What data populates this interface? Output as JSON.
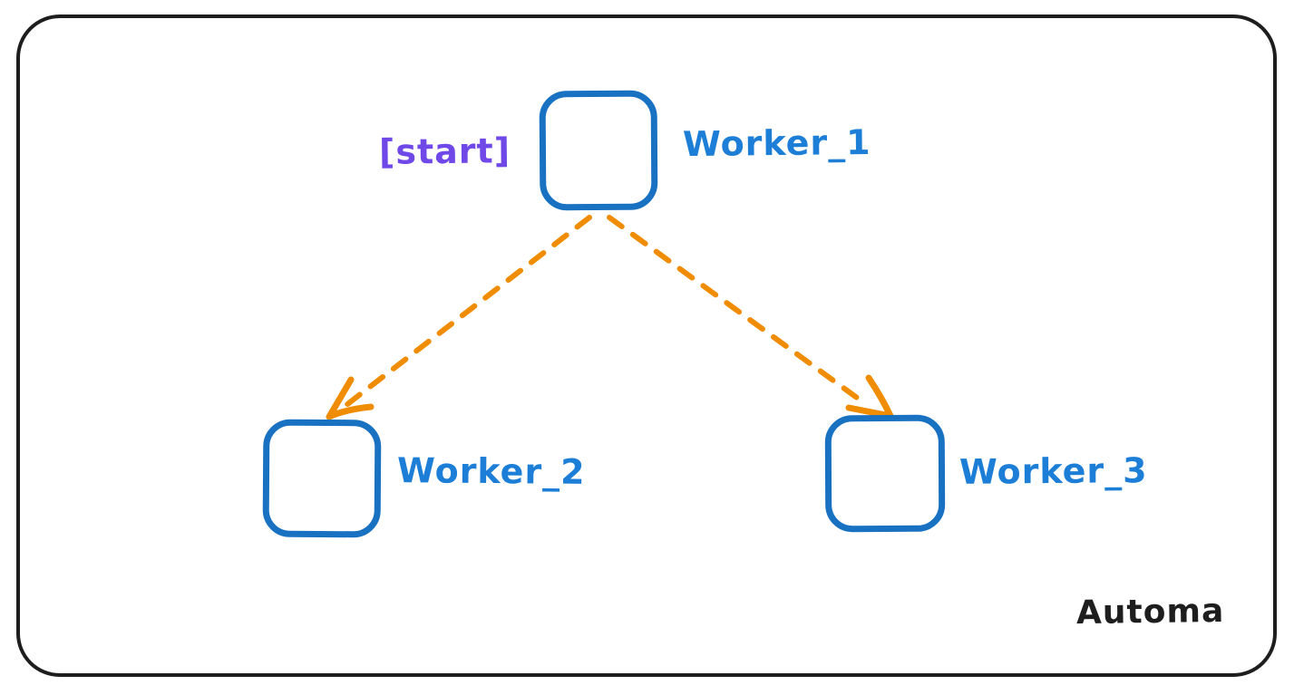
{
  "diagram": {
    "nodes": [
      {
        "id": "worker_1",
        "label": "Worker_1",
        "annotation": "[start]"
      },
      {
        "id": "worker_2",
        "label": "Worker_2"
      },
      {
        "id": "worker_3",
        "label": "Worker_3"
      }
    ],
    "edges": [
      {
        "from": "worker_1",
        "to": "worker_2",
        "style": "dashed",
        "arrow": "end"
      },
      {
        "from": "worker_1",
        "to": "worker_3",
        "style": "dashed",
        "arrow": "end"
      }
    ]
  },
  "watermark": {
    "label": "Automa"
  },
  "colors": {
    "background": "#ffffff",
    "frame_stroke": "#1e1e1e",
    "node_stroke": "#1971c2",
    "node_label": "#1c7ed6",
    "edge_stroke": "#f08c00",
    "annotation": "#7048e8",
    "watermark_text": "#1e1e1e"
  }
}
